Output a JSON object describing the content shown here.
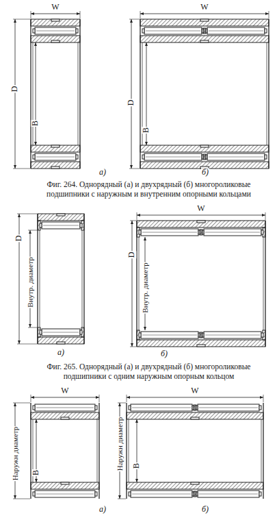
{
  "diagram": {
    "labels": [
      "W",
      "D",
      "B",
      "а)",
      "W",
      "D",
      "B",
      "б)",
      "Фиг. 264. Однорядный (а) и двухрядный (б) многороликовые подшипники с наружным и внутренним опорными кольцами",
      "D",
      "Внутр. диаметр",
      "а)",
      "W",
      "D",
      "Внутр. диаметр",
      "б)",
      "Фиг. 265. Однорядный (а) и двухрядный (б) многороликовые подшипники с одним наружным опорным кольцом",
      "W",
      "Наружн диаметр",
      "B",
      "а)",
      "W",
      "Наружн диаметр",
      "B",
      "б)"
    ]
  }
}
